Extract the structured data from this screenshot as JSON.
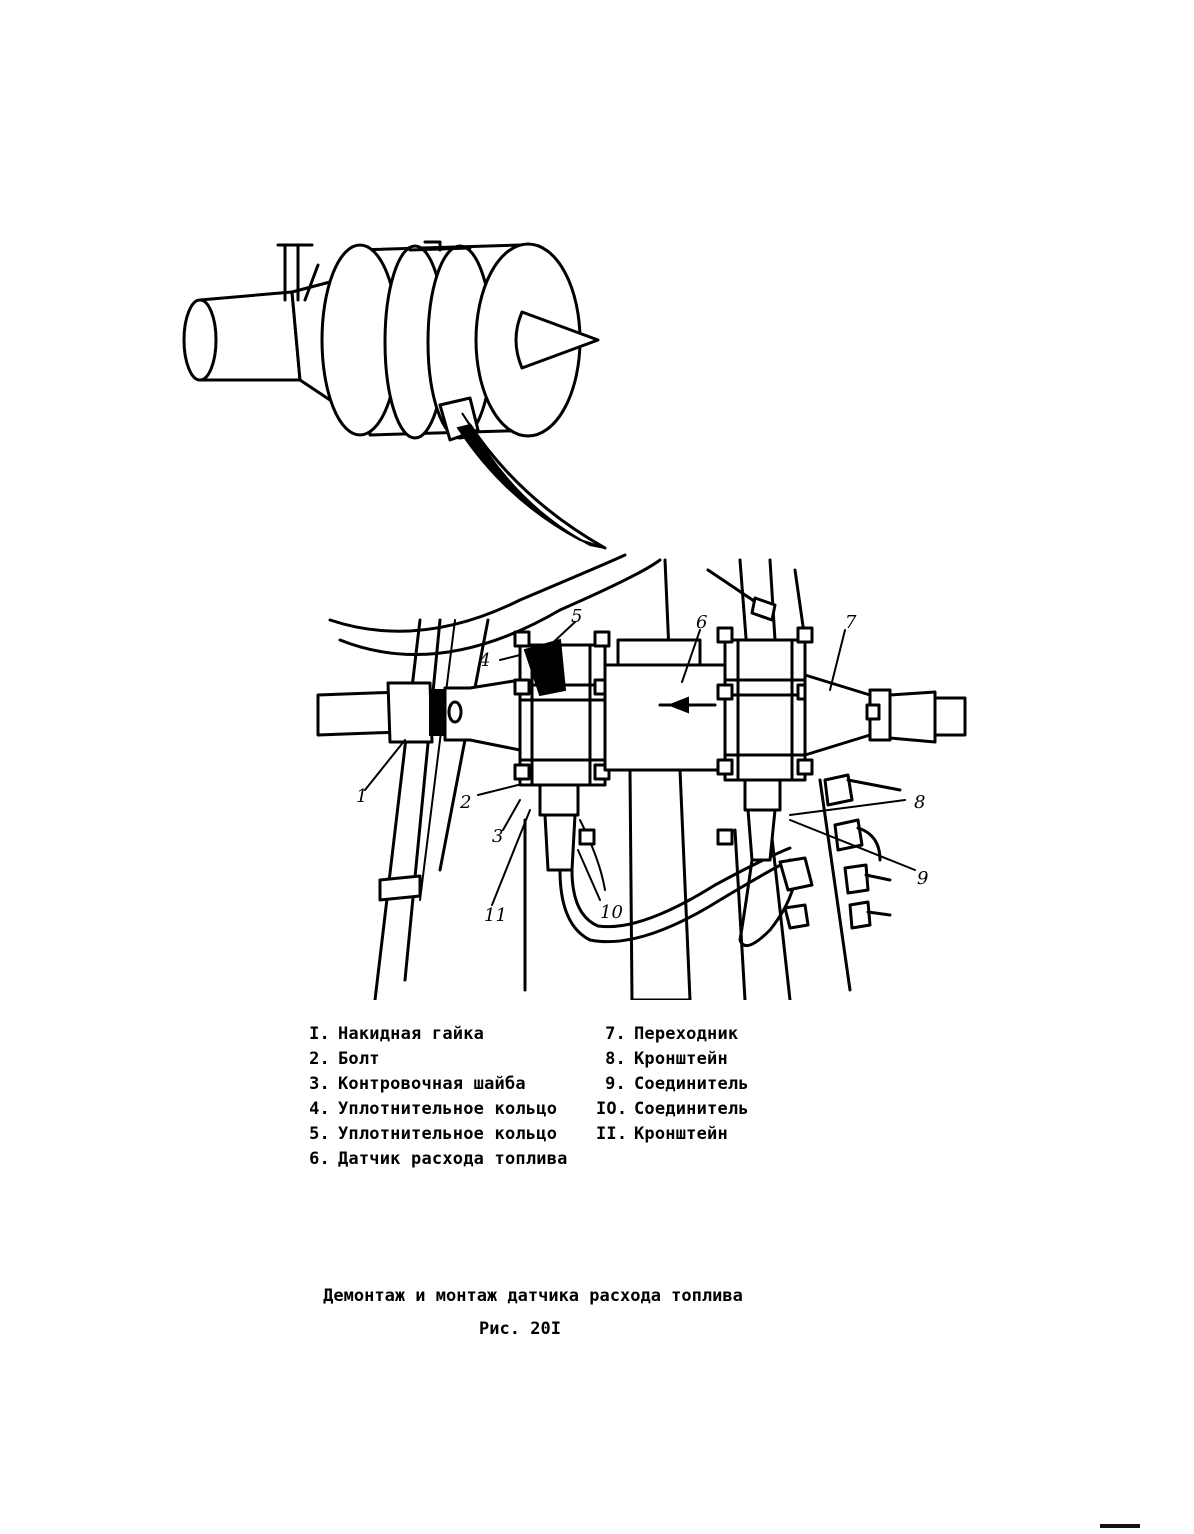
{
  "callouts": {
    "c1": "1",
    "c2": "2",
    "c3": "3",
    "c4": "4",
    "c5": "5",
    "c6": "6",
    "c7": "7",
    "c8": "8",
    "c9": "9",
    "c10": "10",
    "c11": "11"
  },
  "legend_left": [
    {
      "num": "I.",
      "text": "Накидная гайка"
    },
    {
      "num": "2.",
      "text": "Болт"
    },
    {
      "num": "3.",
      "text": "Контровочная шайба"
    },
    {
      "num": "4.",
      "text": "Уплотнительное кольцо"
    },
    {
      "num": "5.",
      "text": "Уплотнительное кольцо"
    },
    {
      "num": "6.",
      "text": "Датчик расхода топлива"
    }
  ],
  "legend_right": [
    {
      "num": "7.",
      "text": "Переходник"
    },
    {
      "num": "8.",
      "text": "Кронштейн"
    },
    {
      "num": "9.",
      "text": "Соединитель"
    },
    {
      "num": "IO.",
      "text": "Соединитель"
    },
    {
      "num": "II.",
      "text": "Кронштейн"
    }
  ],
  "caption": "Демонтаж и монтаж датчика расхода топлива",
  "figure_label": "Рис. 20I"
}
